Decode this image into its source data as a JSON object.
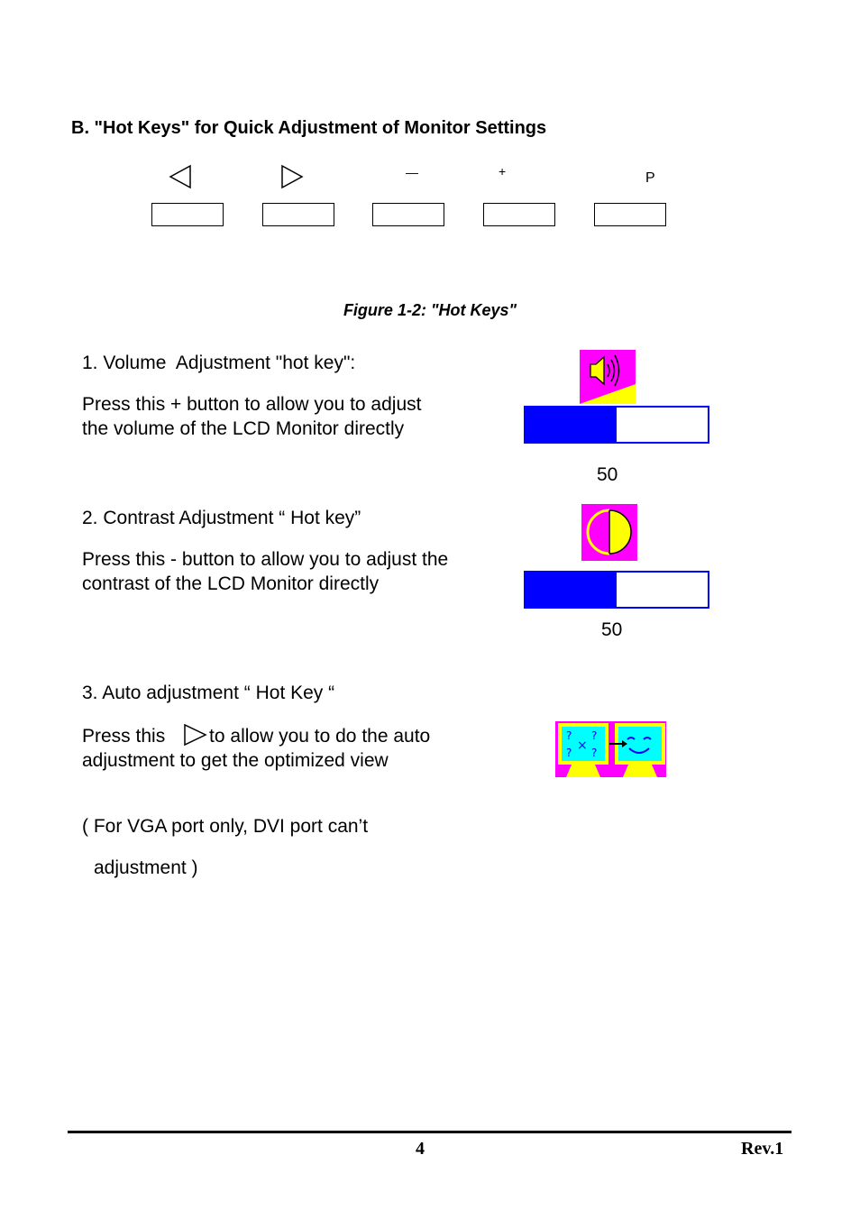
{
  "heading": "B. \"Hot Keys\" for Quick Adjustment of Monitor Settings",
  "keys": [
    {
      "icon": "left-triangle-icon"
    },
    {
      "icon": "right-triangle-icon"
    },
    {
      "label": "—"
    },
    {
      "label": "+"
    },
    {
      "label": "P"
    }
  ],
  "caption": "Figure 1-2: \"Hot Keys\"",
  "volume": {
    "title": "1. Volume  Adjustment \"hot key\":",
    "desc": "Press this + button to allow you to adjust the volume of the LCD Monitor directly",
    "value": "50",
    "level": 50,
    "icon": "speaker-icon"
  },
  "contrast": {
    "title": "2. Contrast Adjustment “ Hot key”",
    "desc": "Press this - button to allow you to adjust the contrast of the LCD Monitor directly",
    "value": "50",
    "level": 50,
    "icon": "contrast-icon"
  },
  "auto": {
    "title": "3. Auto adjustment “ Hot Key “",
    "desc_before": "Press this",
    "desc_after": "to allow you to do the auto adjustment to get the optimized view",
    "note1": "( For VGA port only, DVI port can’t",
    "note2": "adjustment )",
    "icon": "auto-adjust-monitors-icon"
  },
  "footer": {
    "page": "4",
    "rev": "Rev.1"
  },
  "colors": {
    "magenta": "#ff00ff",
    "yellow": "#ffff00",
    "cyan": "#00ffff",
    "blue": "#0000ff"
  }
}
